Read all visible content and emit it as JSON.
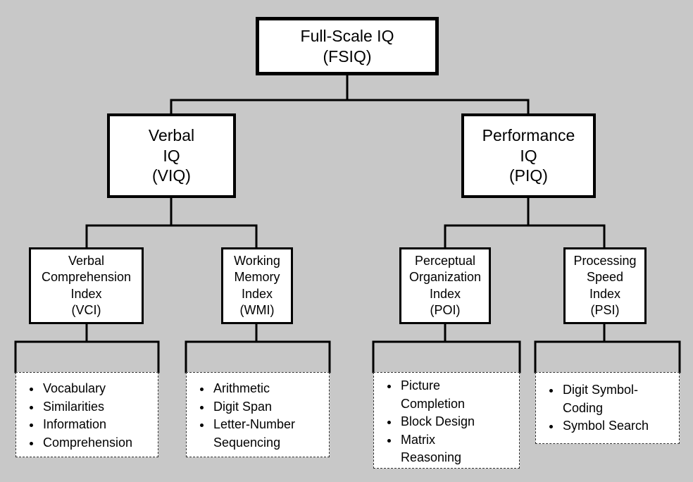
{
  "fsiq": {
    "line1": "Full-Scale IQ",
    "line2": "(FSIQ)"
  },
  "viq": {
    "line1": "Verbal",
    "line2": "IQ",
    "line3": "(VIQ)"
  },
  "piq": {
    "line1": "Performance",
    "line2": "IQ",
    "line3": "(PIQ)"
  },
  "vci": {
    "lines": [
      "Verbal",
      "Comprehension",
      "Index",
      "(VCI)"
    ],
    "items": [
      "Vocabulary",
      "Similarities",
      "Information",
      "Comprehension"
    ]
  },
  "wmi": {
    "lines": [
      "Working",
      "Memory",
      "Index",
      "(WMI)"
    ],
    "items": [
      "Arithmetic",
      "Digit Span",
      "Letter-Number Sequencing"
    ]
  },
  "poi": {
    "lines": [
      "Perceptual",
      "Organization",
      "Index",
      "(POI)"
    ],
    "items": [
      "Picture Completion",
      "Block Design",
      "Matrix Reasoning"
    ]
  },
  "psi": {
    "lines": [
      "Processing",
      "Speed",
      "Index",
      "(PSI)"
    ],
    "items": [
      "Digit Symbol-Coding",
      "Symbol Search"
    ]
  }
}
